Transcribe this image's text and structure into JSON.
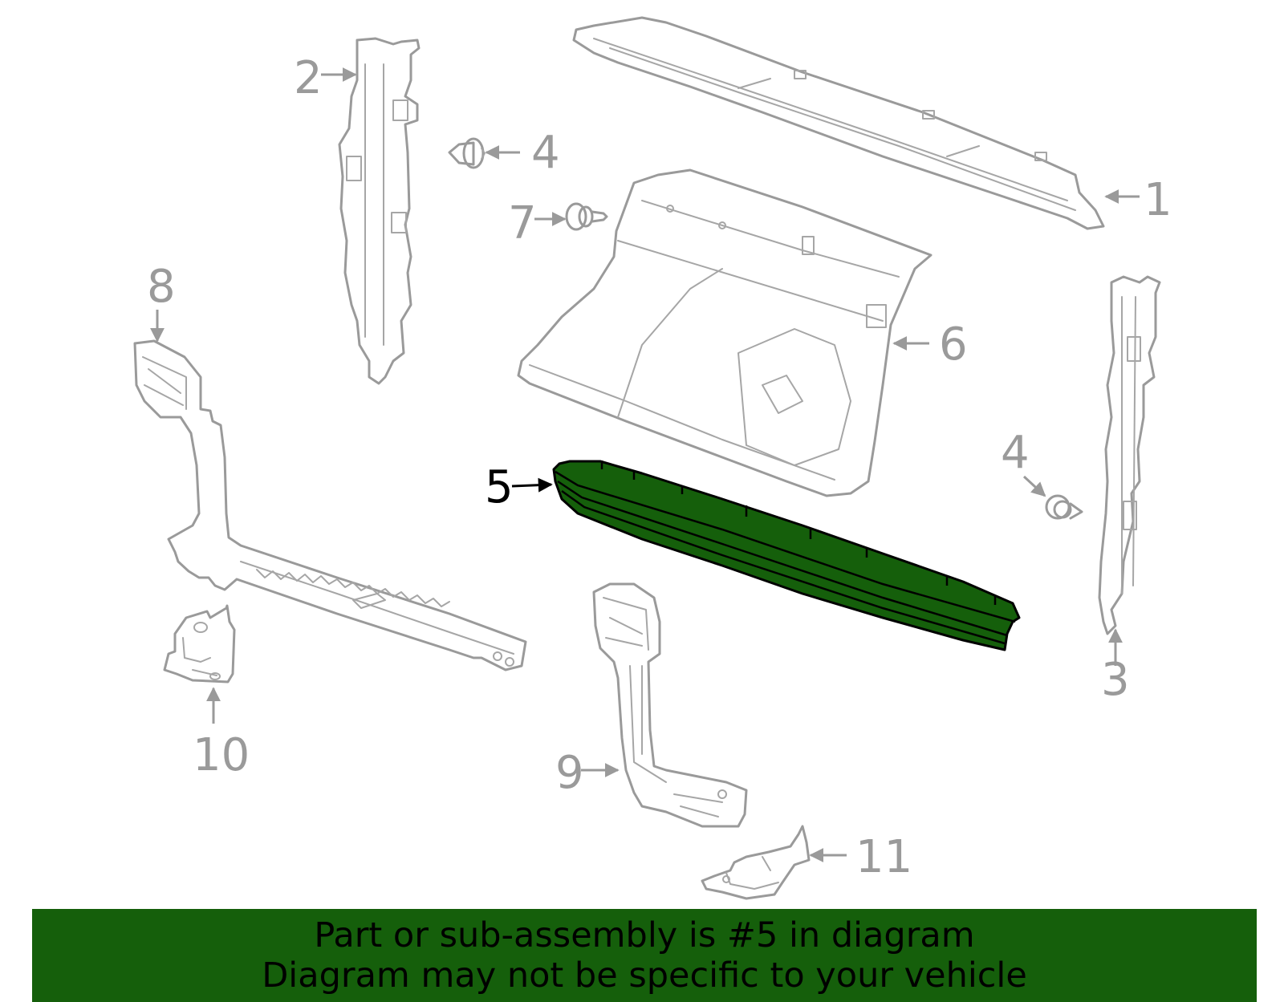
{
  "diagram": {
    "highlight_color": "#155f0b",
    "part_color": "#9a9a9a",
    "highlighted_part": "5",
    "callouts": [
      {
        "id": "c1",
        "label": "1"
      },
      {
        "id": "c2",
        "label": "2"
      },
      {
        "id": "c3",
        "label": "3"
      },
      {
        "id": "c4a",
        "label": "4"
      },
      {
        "id": "c4b",
        "label": "4"
      },
      {
        "id": "c5",
        "label": "5"
      },
      {
        "id": "c6",
        "label": "6"
      },
      {
        "id": "c7",
        "label": "7"
      },
      {
        "id": "c8",
        "label": "8"
      },
      {
        "id": "c9",
        "label": "9"
      },
      {
        "id": "c10",
        "label": "10"
      },
      {
        "id": "c11",
        "label": "11"
      }
    ]
  },
  "banner": {
    "background": "#155f0b",
    "line1": "Part or sub-assembly is #5 in diagram",
    "line2": "Diagram may not be specific to your vehicle"
  }
}
